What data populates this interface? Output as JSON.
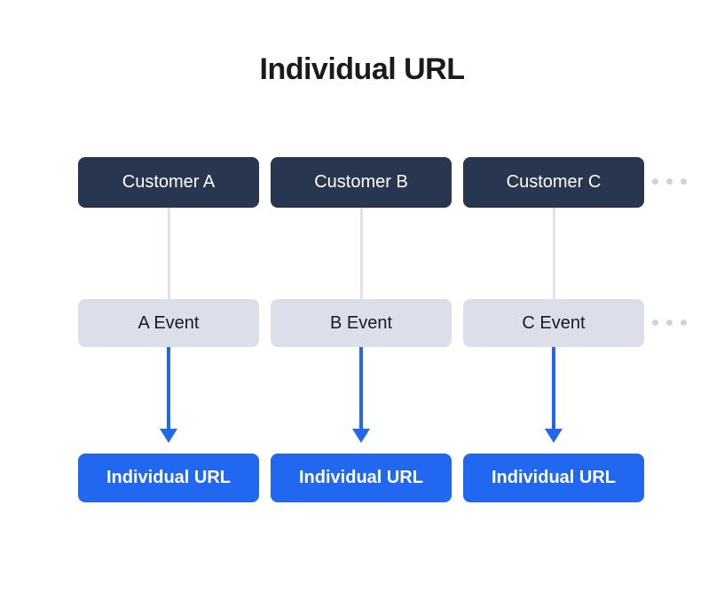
{
  "diagram": {
    "title": "Individual URL",
    "columns": [
      {
        "customer": "Customer A",
        "event": "A Event",
        "url": "Individual URL"
      },
      {
        "customer": "Customer B",
        "event": "B Event",
        "url": "Individual URL"
      },
      {
        "customer": "Customer C",
        "event": "C Event",
        "url": "Individual URL"
      }
    ],
    "more_indicators": {
      "icon": "ellipsis-dots",
      "dot_count": 3,
      "rows": [
        "customer-row",
        "event-row"
      ]
    },
    "colors": {
      "customer_box": "#283650",
      "event_box": "#dcdfe9",
      "url_box": "#2267f0",
      "arrow": "#2267f0",
      "connector": "#e0e3ed",
      "dots": "#d2d2d6",
      "title_text": "#1b1b1d",
      "event_text": "#161b26",
      "box_text": "#ffffff"
    }
  }
}
